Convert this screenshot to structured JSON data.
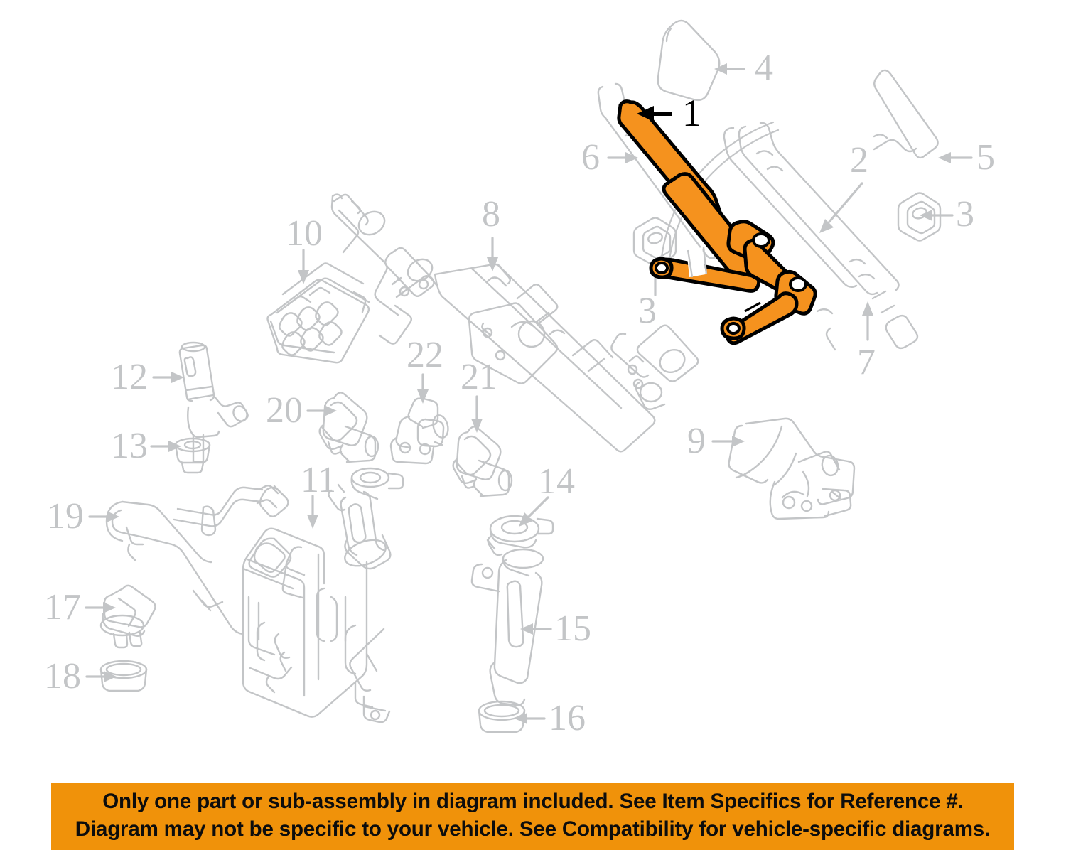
{
  "diagram": {
    "title": "Windshield wiper and washer system exploded parts diagram",
    "background_color": "#ffffff",
    "outline_color": "#c3c5c7",
    "highlight_fill": "#f5921e",
    "highlight_stroke": "#000000",
    "label_color": "#c3c5c7",
    "highlight_label_color": "#000000"
  },
  "callouts": [
    {
      "id": "1",
      "number": "1",
      "highlighted": true,
      "part": "wiper-arm-assembly",
      "arrow": "left"
    },
    {
      "id": "2",
      "number": "2",
      "highlighted": false,
      "part": "wiper-blade",
      "arrow": "down-left"
    },
    {
      "id": "3a",
      "number": "3",
      "highlighted": false,
      "part": "wiper-arm-nut-right",
      "arrow": "left"
    },
    {
      "id": "3b",
      "number": "3",
      "highlighted": false,
      "part": "wiper-arm-nut-center",
      "arrow": "up"
    },
    {
      "id": "4",
      "number": "4",
      "highlighted": false,
      "part": "wiper-arm-cap-cover",
      "arrow": "left"
    },
    {
      "id": "5",
      "number": "5",
      "highlighted": false,
      "part": "wiper-blade-end-cap",
      "arrow": "left"
    },
    {
      "id": "6",
      "number": "6",
      "highlighted": false,
      "part": "wiper-arm-left",
      "arrow": "right"
    },
    {
      "id": "7",
      "number": "7",
      "highlighted": false,
      "part": "wiper-blade-passenger",
      "arrow": "up"
    },
    {
      "id": "8",
      "number": "8",
      "highlighted": false,
      "part": "wiper-linkage-transmission",
      "arrow": "down"
    },
    {
      "id": "9",
      "number": "9",
      "highlighted": false,
      "part": "wiper-motor",
      "arrow": "right"
    },
    {
      "id": "10",
      "number": "10",
      "highlighted": false,
      "part": "relay-control-module",
      "arrow": "down"
    },
    {
      "id": "11",
      "number": "11",
      "highlighted": false,
      "part": "washer-fluid-reservoir",
      "arrow": "down"
    },
    {
      "id": "12",
      "number": "12",
      "highlighted": false,
      "part": "washer-pump",
      "arrow": "right"
    },
    {
      "id": "13",
      "number": "13",
      "highlighted": false,
      "part": "washer-pump-grommet",
      "arrow": "right"
    },
    {
      "id": "14",
      "number": "14",
      "highlighted": false,
      "part": "filler-neck-cap",
      "arrow": "down-left"
    },
    {
      "id": "15",
      "number": "15",
      "highlighted": false,
      "part": "washer-reservoir-filler-neck",
      "arrow": "left"
    },
    {
      "id": "16",
      "number": "16",
      "highlighted": false,
      "part": "filler-neck-plug",
      "arrow": "left"
    },
    {
      "id": "17",
      "number": "17",
      "highlighted": false,
      "part": "washer-fluid-level-sensor",
      "arrow": "right"
    },
    {
      "id": "18",
      "number": "18",
      "highlighted": false,
      "part": "level-sensor-seal",
      "arrow": "right"
    },
    {
      "id": "19",
      "number": "19",
      "highlighted": false,
      "part": "washer-fluid-hose",
      "arrow": "right"
    },
    {
      "id": "20",
      "number": "20",
      "highlighted": false,
      "part": "washer-nozzle-left",
      "arrow": "right"
    },
    {
      "id": "21",
      "number": "21",
      "highlighted": false,
      "part": "washer-nozzle-right",
      "arrow": "down"
    },
    {
      "id": "22",
      "number": "22",
      "highlighted": false,
      "part": "nozzle-bracket",
      "arrow": "down"
    }
  ],
  "banner": {
    "background_color": "#f0920a",
    "text_color": "#0d0d0d",
    "line1": "Only one part or sub-assembly in diagram included. See Item Specifics for Reference #.",
    "line2": "Diagram may not be specific to your vehicle. See Compatibility for vehicle-specific diagrams."
  }
}
